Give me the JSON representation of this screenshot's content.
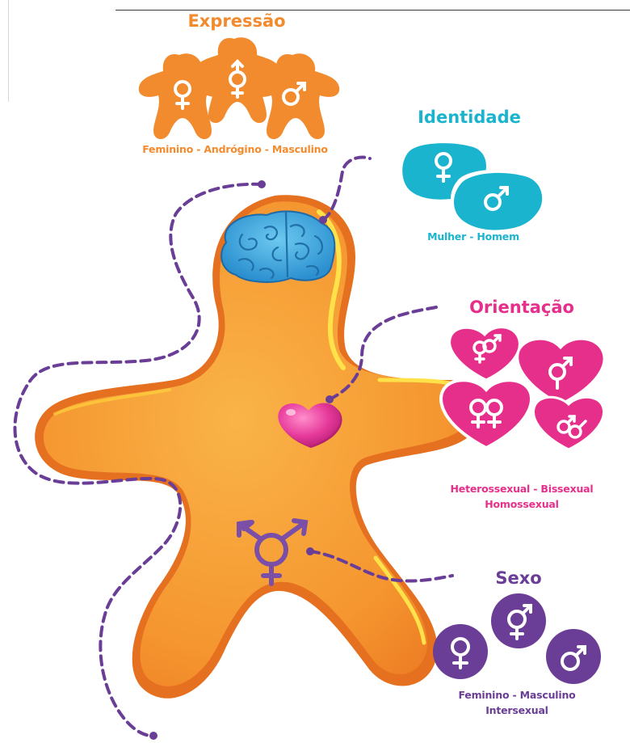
{
  "colors": {
    "orange": "#f28a2e",
    "orange_light": "#f6a53a",
    "orange_dark": "#e06a1c",
    "yellow": "#ffe14a",
    "cyan": "#1bb4cf",
    "blue_brain": "#3fa8dc",
    "magenta": "#e62f8b",
    "purple": "#6a3d96",
    "white": "#ffffff"
  },
  "expression": {
    "title": "Expressão",
    "subtitle": "Feminino - Andrógino - Masculino",
    "icons": [
      "female-symbol",
      "androgyne-symbol",
      "male-symbol"
    ]
  },
  "identity": {
    "title": "Identidade",
    "subtitle": "Mulher - Homem",
    "icons": [
      "female-symbol",
      "male-symbol"
    ]
  },
  "orientation": {
    "title": "Orientação",
    "subtitle_line1": "Heterossexual - Bissexual",
    "subtitle_line2": "Homossexual",
    "icons": [
      "hetero-symbol",
      "male-symbol",
      "lesbian-symbol",
      "gay-symbol"
    ]
  },
  "sex": {
    "title": "Sexo",
    "subtitle_line1": "Feminino - Masculino",
    "subtitle_line2": "Intersexual",
    "icons": [
      "female-symbol",
      "intersex-symbol",
      "male-symbol"
    ]
  }
}
